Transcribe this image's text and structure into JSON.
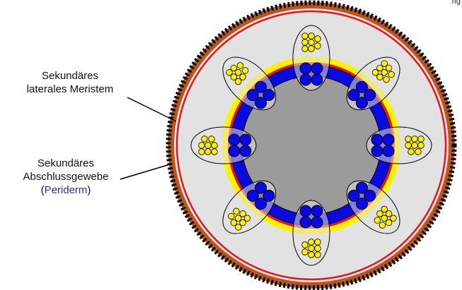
{
  "labels": {
    "meristem": {
      "line1": "Sekundäres",
      "line2": "laterales Meristem"
    },
    "periderm": {
      "line1": "Sekundäres",
      "line2": "Abschlussgewebe",
      "open_paren": "(",
      "link": "Periderm",
      "close_paren": ")"
    },
    "corner": "ng"
  },
  "colors": {
    "bark": "#b8561e",
    "cortex": "#e2e2e2",
    "red_ring": "#e8141c",
    "yellow_ring": "#fff200",
    "blue_ring": "#0a0ae0",
    "pith": "#9b9b9b",
    "xylem_cell": "#0a0ae0",
    "phloem_cell": "#fff200",
    "bundle_fill": "#e2e2e2",
    "outline": "#000000",
    "link": "#2b2bb0"
  },
  "bundle_count": 8
}
